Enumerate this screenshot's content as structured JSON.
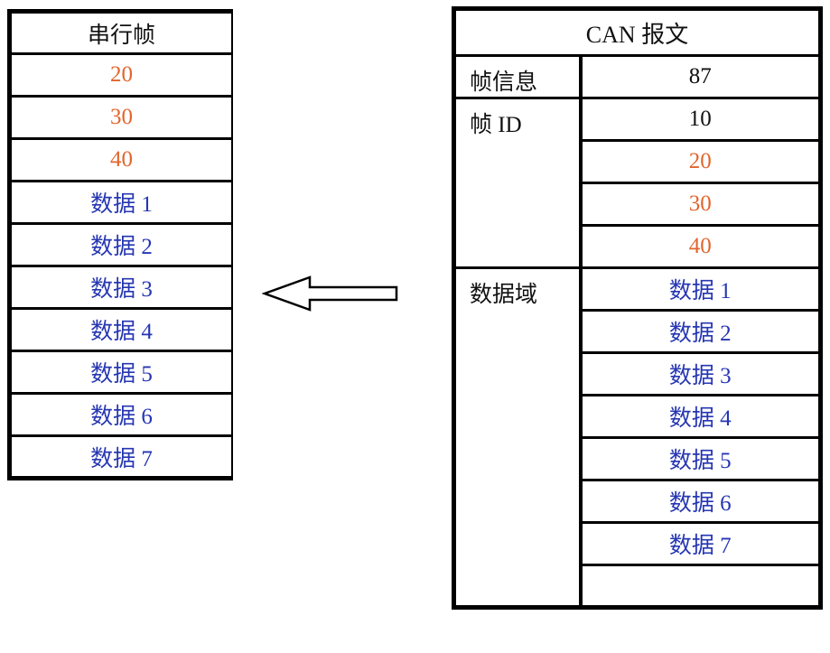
{
  "serial_frame_table": {
    "title": "串行帧",
    "rows": [
      {
        "text": "20",
        "color": "orange"
      },
      {
        "text": "30",
        "color": "orange"
      },
      {
        "text": "40",
        "color": "orange"
      },
      {
        "text": "数据 1",
        "color": "blue"
      },
      {
        "text": "数据 2",
        "color": "blue"
      },
      {
        "text": "数据 3",
        "color": "blue"
      },
      {
        "text": "数据 4",
        "color": "blue"
      },
      {
        "text": "数据 5",
        "color": "blue"
      },
      {
        "text": "数据 6",
        "color": "blue"
      },
      {
        "text": "数据 7",
        "color": "blue"
      }
    ]
  },
  "can_table": {
    "title": "CAN 报文",
    "sections": [
      {
        "label": "帧信息",
        "values": [
          {
            "text": "87",
            "color": "black"
          }
        ]
      },
      {
        "label": "帧 ID",
        "values": [
          {
            "text": "10",
            "color": "black"
          },
          {
            "text": "20",
            "color": "orange"
          },
          {
            "text": "30",
            "color": "orange"
          },
          {
            "text": "40",
            "color": "orange"
          }
        ]
      },
      {
        "label": "数据域",
        "values": [
          {
            "text": "数据 1",
            "color": "blue"
          },
          {
            "text": "数据 2",
            "color": "blue"
          },
          {
            "text": "数据 3",
            "color": "blue"
          },
          {
            "text": "数据 4",
            "color": "blue"
          },
          {
            "text": "数据 5",
            "color": "blue"
          },
          {
            "text": "数据 6",
            "color": "blue"
          },
          {
            "text": "数据 7",
            "color": "blue"
          },
          {
            "text": "",
            "color": "black"
          }
        ]
      }
    ]
  },
  "arrow": {
    "direction": "left"
  },
  "colors": {
    "orange": "#E2652C",
    "blue": "#2636B2",
    "border": "#000000",
    "text": "#111111",
    "background": "#FFFFFF"
  }
}
